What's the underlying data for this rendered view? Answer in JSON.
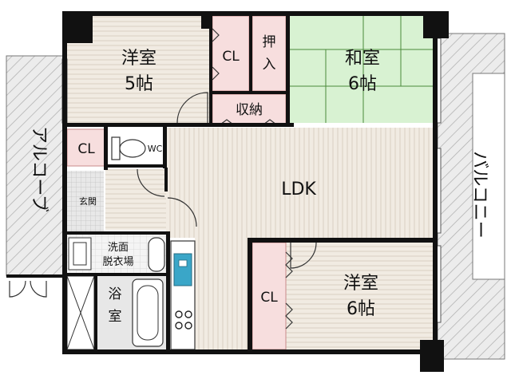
{
  "rooms": {
    "western_north": {
      "name": "洋室",
      "size": "5帖"
    },
    "japanese": {
      "name": "和室",
      "size": "6帖"
    },
    "western_south": {
      "name": "洋室",
      "size": "6帖"
    },
    "ldk": {
      "name": "LDK"
    },
    "wc": {
      "name": "WC"
    },
    "entrance": {
      "name": "玄関"
    },
    "washroom": {
      "line1": "洗面",
      "line2": "脱衣場"
    },
    "bath": {
      "line1": "浴",
      "line2": "室"
    }
  },
  "storage": {
    "cl_north": "CL",
    "oshiire": {
      "c1": "押",
      "c2": "入"
    },
    "shuno": "収納",
    "cl_entry": "CL",
    "cl_south": "CL"
  },
  "exterior": {
    "alcove": "アルコーブ",
    "balcony": "バルコニー"
  },
  "colors": {
    "wall": "#111111",
    "floor_wood": "#f1ebe2",
    "floor_lines": "#d9cfc2",
    "storage_fill": "#f7dede",
    "storage_edge": "#c88a8a",
    "tatami": "#d8f2d2",
    "tatami_lines": "#4a8a3a",
    "tile": "#e8e8e8",
    "balcony_hatch": "#b0b0b0",
    "fixture_blue": "#3aa6c8"
  }
}
